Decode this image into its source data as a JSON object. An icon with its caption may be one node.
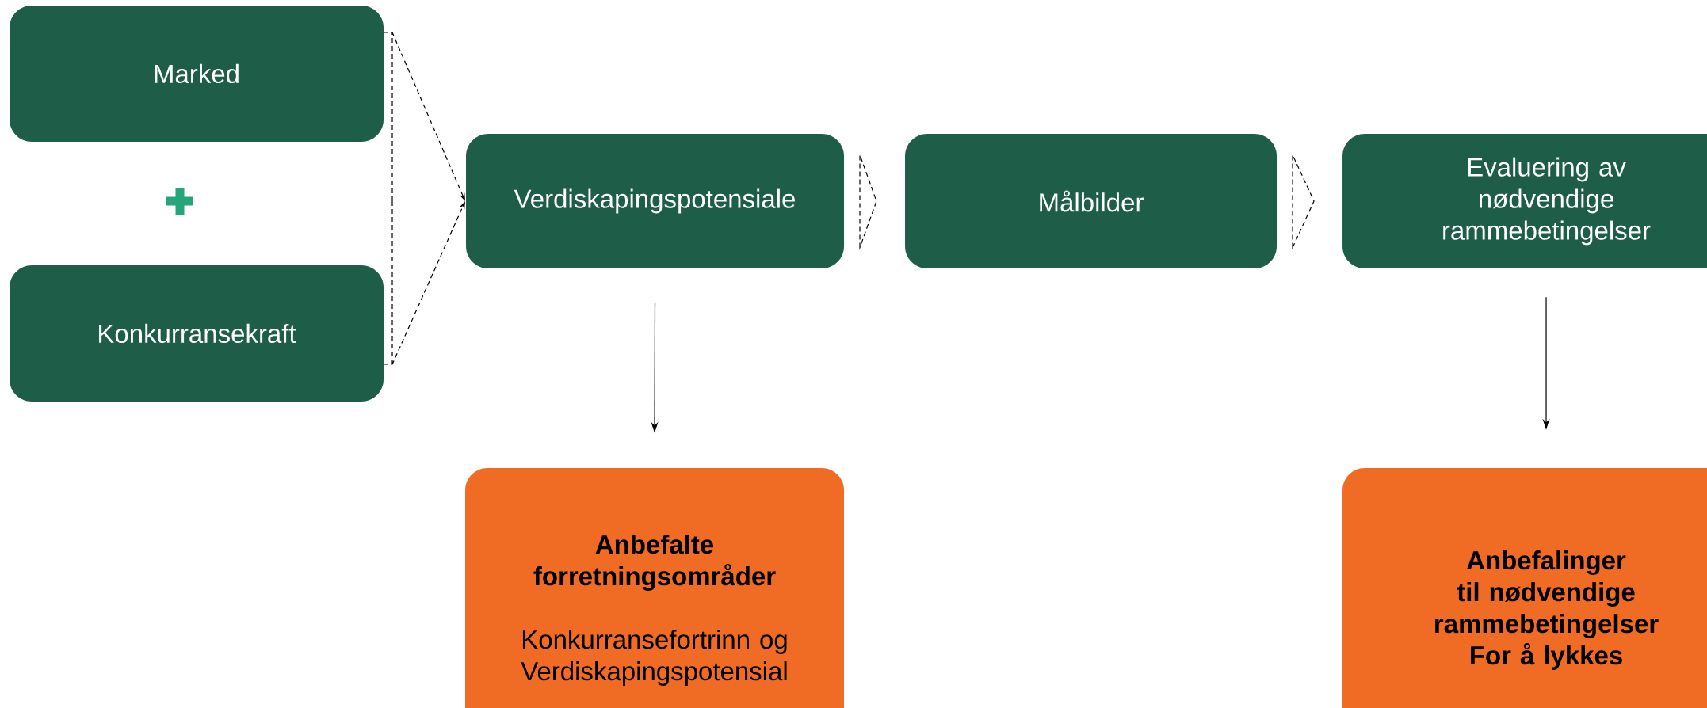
{
  "diagram": {
    "nodes": [
      {
        "text": [
          "Marked"
        ]
      },
      {
        "text": [
          "Konkurransekraft"
        ]
      },
      {
        "text": [
          "Verdiskapingspotensiale"
        ]
      },
      {
        "text": [
          "Målbilder"
        ]
      },
      {
        "text": [
          "Evaluering av nødvendige rammebetingelser"
        ]
      },
      {
        "text": [
          "Anbefalte forretningsområder",
          "Konkurransefortrinn og Verdiskapingspotensial"
        ]
      },
      {
        "text": [
          "Anbefalinger til nødvendige rammebetingelser",
          "For å lykkes"
        ]
      }
    ],
    "edges": [
      {
        "from": 0,
        "to": 2,
        "arrow": "to",
        "style": "dashed"
      },
      {
        "from": 1,
        "to": 2,
        "arrow": "to",
        "style": "dashed"
      },
      {
        "from": 2,
        "to": 3,
        "arrow": "to",
        "style": "dashed"
      },
      {
        "from": 3,
        "to": 4,
        "arrow": "to",
        "style": "dashed"
      },
      {
        "from": 2,
        "to": 5,
        "arrow": "to"
      },
      {
        "from": 4,
        "to": 6,
        "arrow": "to"
      }
    ]
  }
}
